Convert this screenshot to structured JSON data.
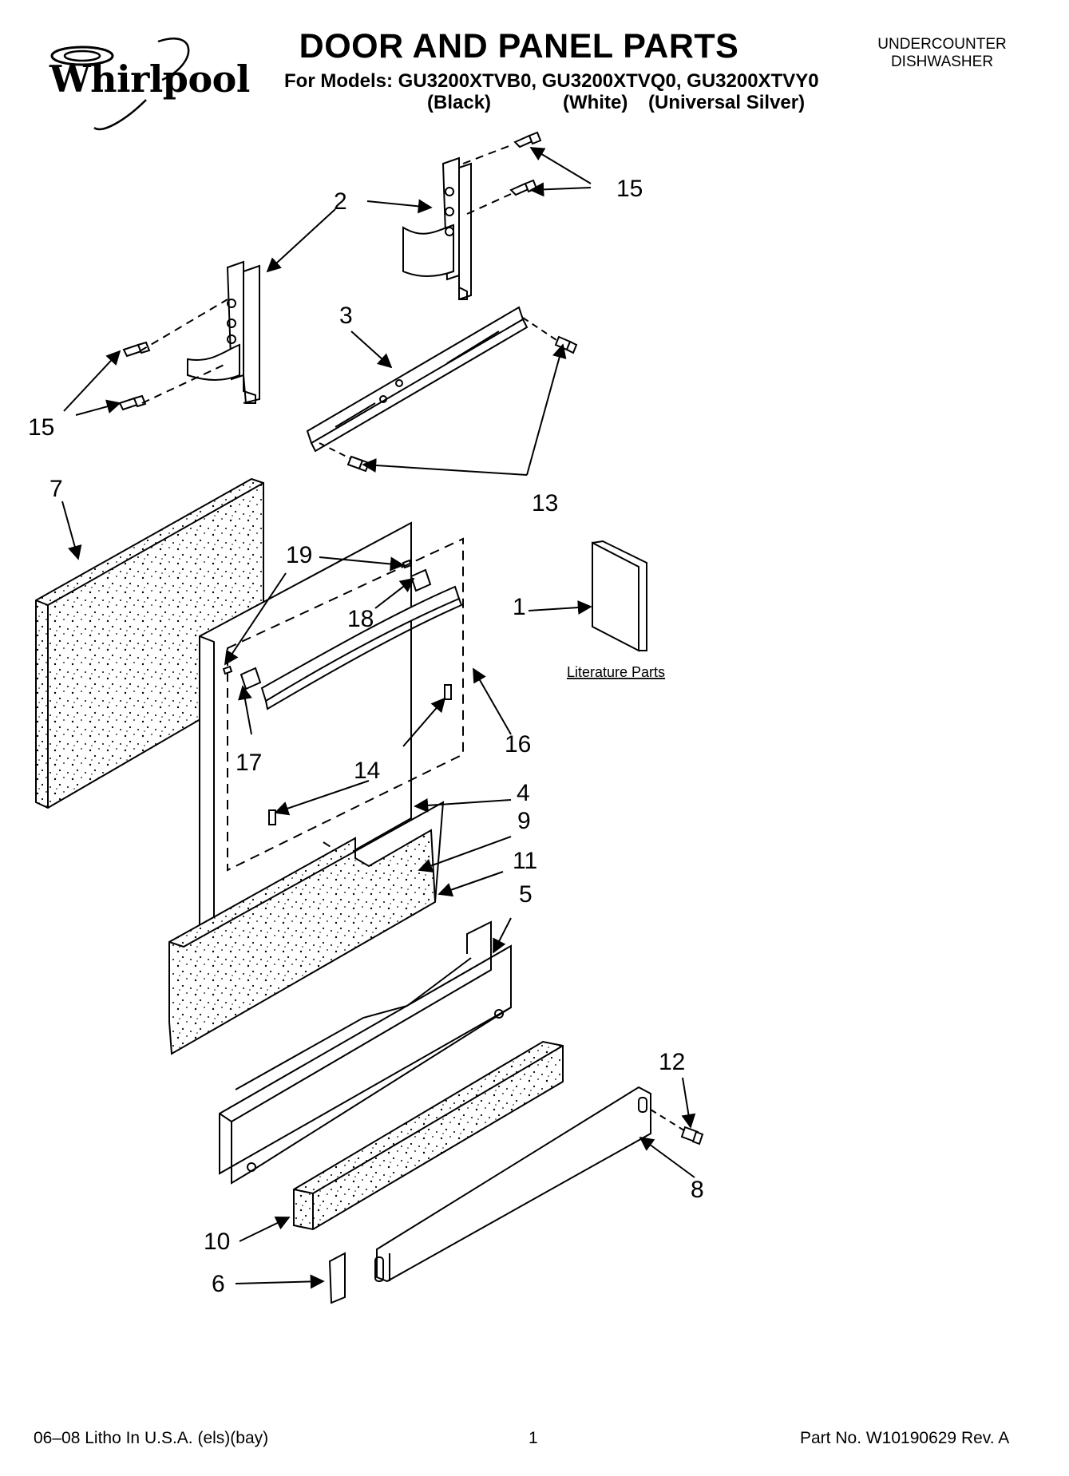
{
  "header": {
    "brand": "Whirlpool",
    "title": "DOOR AND PANEL PARTS",
    "models_line": "For Models: GU3200XTVB0, GU3200XTVQ0, GU3200XTVY0",
    "variants": [
      "(Black)",
      "(White)",
      "(Universal Silver)"
    ],
    "category_line1": "UNDERCOUNTER",
    "category_line2": "DISHWASHER"
  },
  "diagram": {
    "literature_label": "Literature Parts",
    "callouts": [
      "1",
      "2",
      "3",
      "4",
      "5",
      "6",
      "7",
      "8",
      "9",
      "10",
      "11",
      "12",
      "13",
      "14",
      "15",
      "16",
      "17",
      "18",
      "19"
    ]
  },
  "footer": {
    "litho": "06–08 Litho In U.S.A. (els)(bay)",
    "page_number": "1",
    "part_number": "Part No. W10190629 Rev. A"
  }
}
